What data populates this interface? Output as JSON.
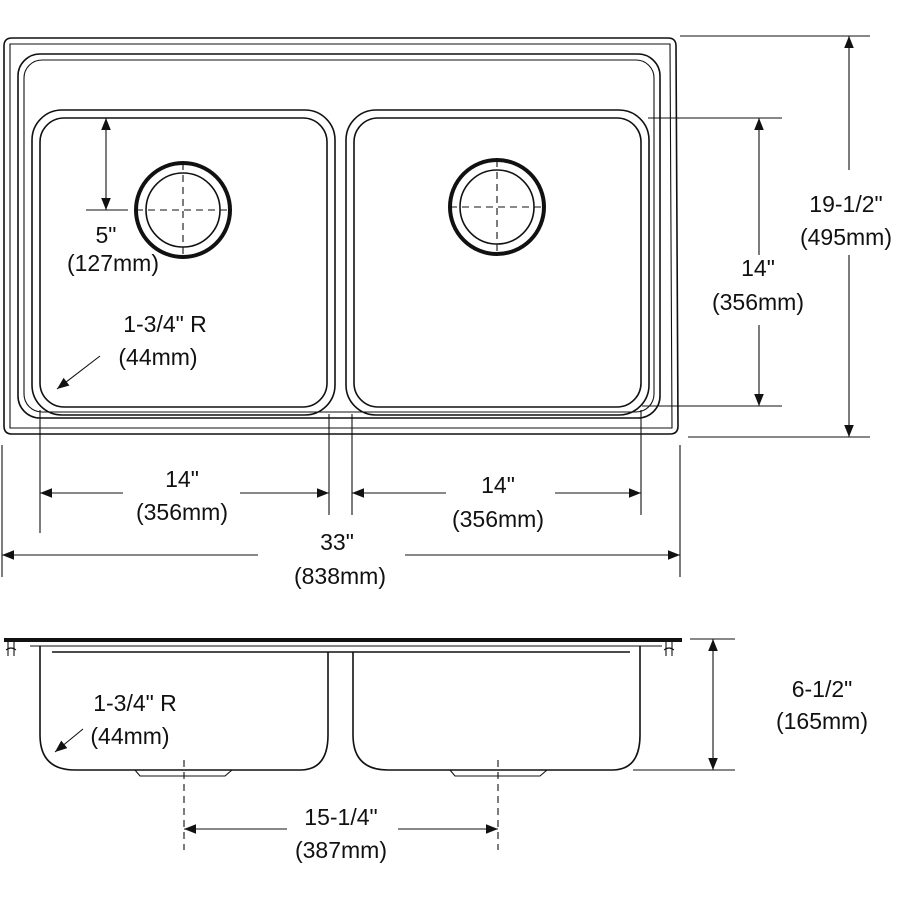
{
  "diagram": {
    "type": "double-bowl sink dimension drawing",
    "line_color": "#111111",
    "background": "#ffffff"
  },
  "top_view": {
    "drain_offset": {
      "imperial": "5\"",
      "metric": "(127mm)"
    },
    "corner_radius": {
      "imperial": "1-3/4\" R",
      "metric": "(44mm)"
    },
    "left_bowl_width": {
      "imperial": "14\"",
      "metric": "(356mm)"
    },
    "right_bowl_width": {
      "imperial": "14\"",
      "metric": "(356mm)"
    },
    "overall_width": {
      "imperial": "33\"",
      "metric": "(838mm)"
    },
    "bowl_length": {
      "imperial": "14\"",
      "metric": "(356mm)"
    },
    "overall_length": {
      "imperial": "19-1/2\"",
      "metric": "(495mm)"
    }
  },
  "side_view": {
    "corner_radius": {
      "imperial": "1-3/4\" R",
      "metric": "(44mm)"
    },
    "depth": {
      "imperial": "6-1/2\"",
      "metric": "(165mm)"
    },
    "drain_spacing": {
      "imperial": "15-1/4\"",
      "metric": "(387mm)"
    }
  }
}
